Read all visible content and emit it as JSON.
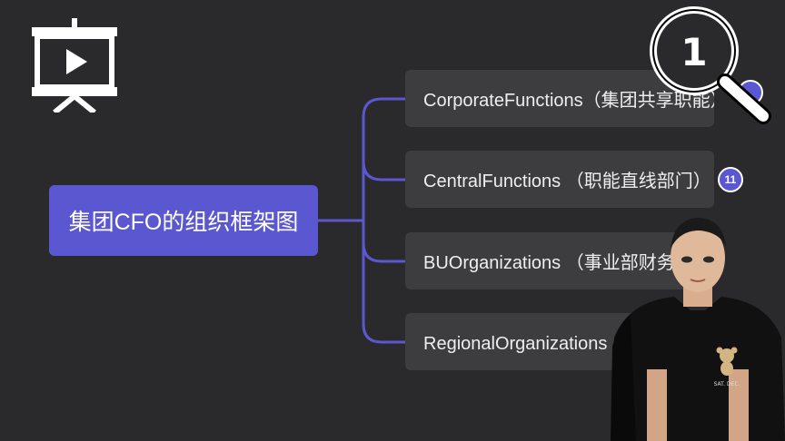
{
  "root": {
    "label": "集团CFO的组织框架图"
  },
  "branches": [
    {
      "label": "CorporateFunctions（集团共享职能）"
    },
    {
      "label": "CentralFunctions （职能直线部门）"
    },
    {
      "label": "BUOrganizations （事业部财务）"
    },
    {
      "label": "RegionalOrganizations（地区财务）"
    }
  ],
  "badges": [
    {
      "label": "11"
    }
  ],
  "magnifier": {
    "number": "1"
  },
  "presenter_shirt": {
    "label": "SAT. DEC."
  },
  "colors": {
    "background": "#2a2a2c",
    "root_fill": "#5b57d1",
    "branch_fill": "#3d3d40",
    "connector": "#5b57d1",
    "text": "#eeeeee"
  },
  "icons": [
    "presentation-screen-icon",
    "magnifier-icon"
  ]
}
